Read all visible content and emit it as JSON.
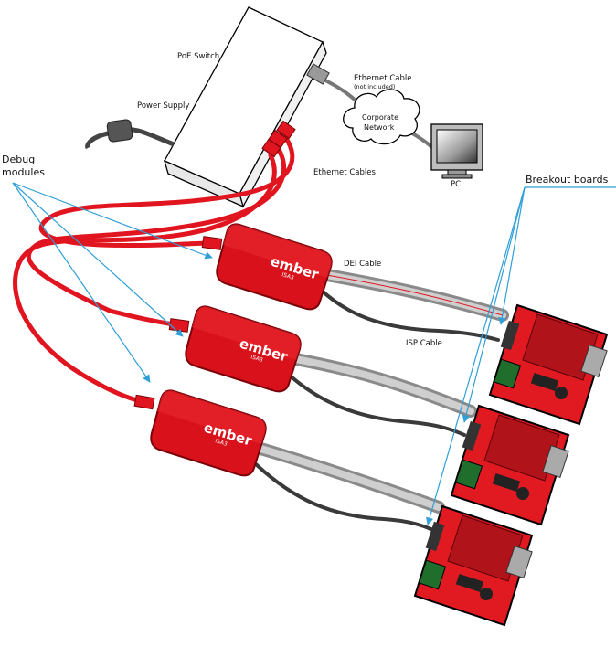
{
  "labels": {
    "poe_switch": "PoE Switch",
    "power_supply": "Power Supply",
    "ethernet_cable": "Ethernet Cable",
    "not_included": "(not included)",
    "corporate": "Corporate",
    "network": "Network",
    "pc": "PC",
    "ethernet_cables": "Ethernet Cables",
    "debug_line1": "Debug",
    "debug_line2": "modules",
    "breakout_boards": "Breakout boards",
    "dei_cable": "DEI Cable",
    "isp_cable": "ISP Cable"
  },
  "devices": {
    "brand": "ember",
    "model": "ISA3"
  },
  "colors": {
    "red": "#d8111b",
    "dark_red": "#7a0208",
    "cable_red": "#e0151f",
    "board_red": "#e11a22",
    "callout_blue": "#2f9fd8",
    "ribbon_gray": "#8a8a8a",
    "dark_cable": "#3a3a3a"
  }
}
